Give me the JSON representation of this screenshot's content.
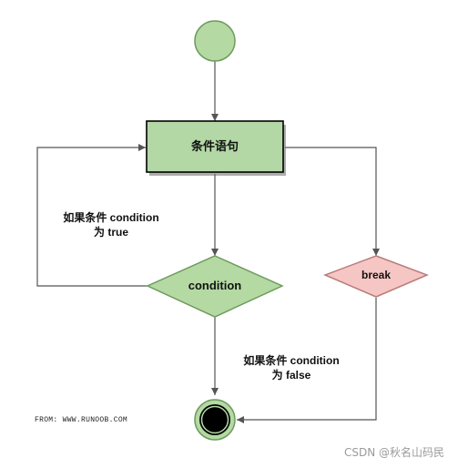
{
  "diagram": {
    "nodes": {
      "start": {
        "shape": "circle",
        "label": ""
      },
      "condition_statement": {
        "shape": "rectangle",
        "label": "条件语句"
      },
      "decision": {
        "shape": "diamond",
        "label": "condition"
      },
      "break": {
        "shape": "diamond",
        "label": "break"
      },
      "end": {
        "shape": "double-circle",
        "label": ""
      }
    },
    "edge_labels": {
      "if_true_line1": "如果条件 condition",
      "if_true_line2": "为 true",
      "if_false_line1": "如果条件 condition",
      "if_false_line2": "为 false"
    },
    "colors": {
      "green_fill": "#b4d9a3",
      "green_stroke": "#6d9b5d",
      "rect_fill": "#b3d8a6",
      "rect_stroke": "#000000",
      "pink_fill": "#f6c6c4",
      "pink_stroke": "#b87d7a",
      "line": "#555555",
      "end_fill": "#000000"
    }
  },
  "source_note": "FROM: WWW.RUNOOB.COM",
  "watermark": "CSDN @秋名山码民"
}
